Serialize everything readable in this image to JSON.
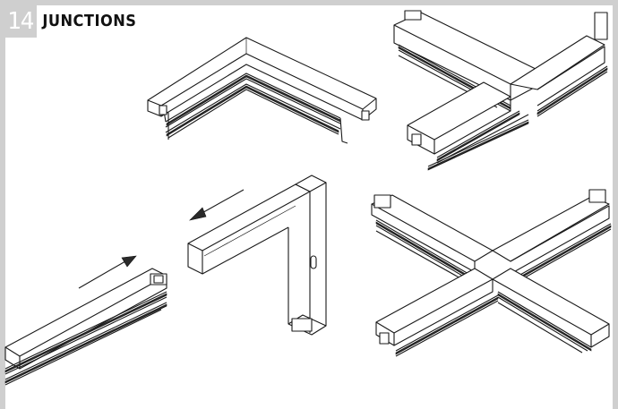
{
  "header": {
    "section_number": "14",
    "section_title": "JUNCTIONS"
  },
  "illustrations": [
    {
      "name": "l-corner-junction",
      "icon": "l-junction-icon"
    },
    {
      "name": "t-junction",
      "icon": "t-junction-icon"
    },
    {
      "name": "l-vertical-connection-assembly",
      "icon": "assembly-arrows-icon"
    },
    {
      "name": "x-junction",
      "icon": "cross-junction-icon"
    }
  ],
  "colors": {
    "frame": "#cfcfcf",
    "line": "#1a1a1a",
    "title": "#111111"
  }
}
